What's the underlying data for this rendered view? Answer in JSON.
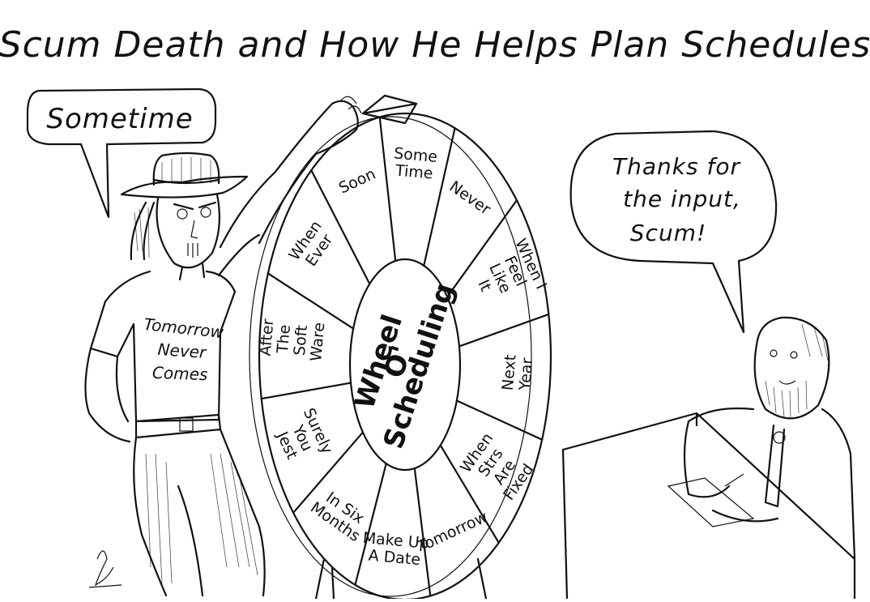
{
  "title": "Scum Death and How He Helps Plan Schedules",
  "left_bubble": "Sometime",
  "right_bubble": {
    "line1": "Thanks for",
    "line2": "the input,",
    "line3": "Scum!"
  },
  "shirt": {
    "line1": "Tomorrow",
    "line2": "Never",
    "line3": "Comes"
  },
  "wheel": {
    "hub": {
      "line1": "Wheel",
      "line2": "O'",
      "line3": "Scheduling"
    },
    "segments": [
      {
        "lines": [
          "Some",
          "Time"
        ]
      },
      {
        "lines": [
          "Never"
        ]
      },
      {
        "lines": [
          "When I",
          "Feel",
          "Like",
          "It"
        ]
      },
      {
        "lines": [
          "Next",
          "Year"
        ]
      },
      {
        "lines": [
          "When",
          "Strs",
          "Are",
          "Fixed"
        ]
      },
      {
        "lines": [
          "Tomorrow"
        ]
      },
      {
        "lines": [
          "Make Up",
          "A Date"
        ]
      },
      {
        "lines": [
          "In Six",
          "Months"
        ]
      },
      {
        "lines": [
          "Surely",
          "You",
          "Jest"
        ]
      },
      {
        "lines": [
          "After",
          "The",
          "Soft",
          "Ware"
        ]
      },
      {
        "lines": [
          "When",
          "Ever"
        ]
      },
      {
        "lines": [
          "Soon"
        ]
      }
    ]
  }
}
